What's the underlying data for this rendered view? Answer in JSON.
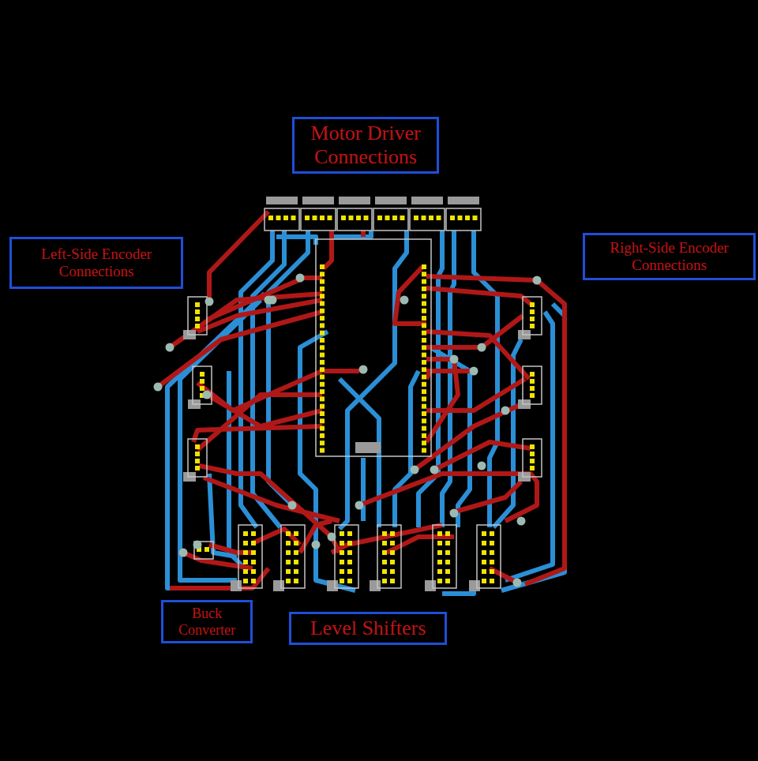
{
  "diagram": {
    "nodes": [
      {
        "text": [
          "Motor Driver Connections"
        ]
      },
      {
        "text": [
          "Left-Side Encoder Connections"
        ]
      },
      {
        "text": [
          "Right-Side Encoder Connections"
        ]
      },
      {
        "text": [
          "Buck Converter"
        ]
      },
      {
        "text": [
          "Level Shifters"
        ]
      }
    ],
    "edges": []
  }
}
